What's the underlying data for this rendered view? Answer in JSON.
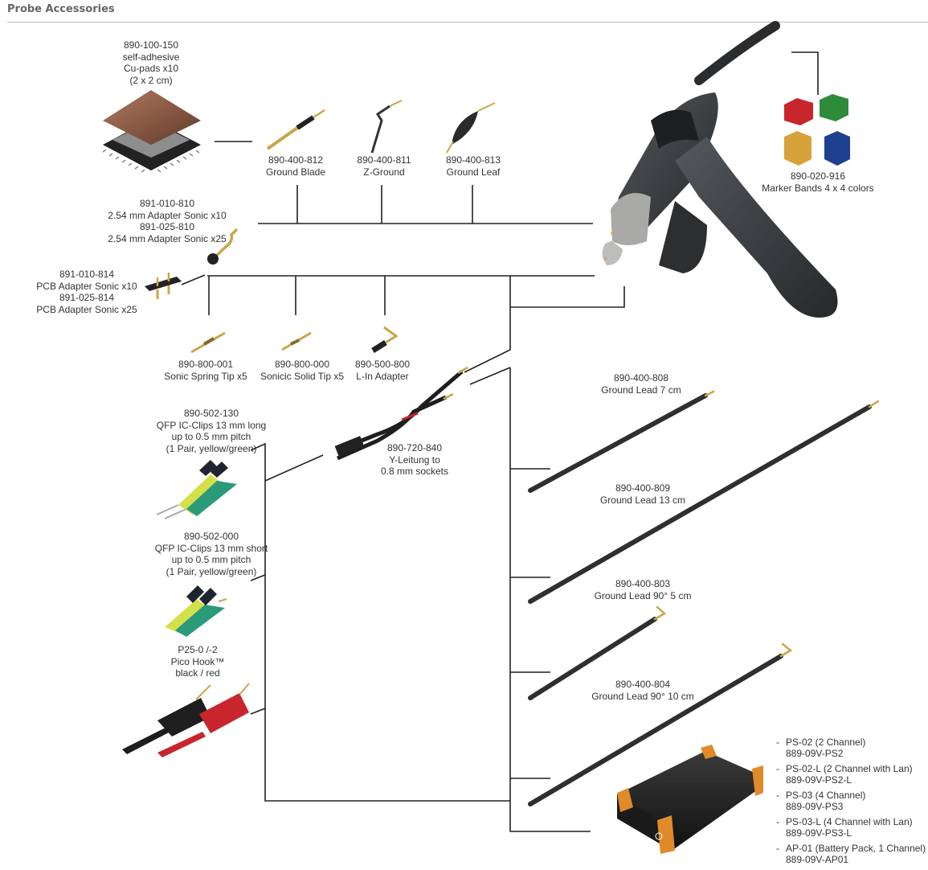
{
  "page": {
    "title": "Probe Accessories"
  },
  "accessories": {
    "cu_pads": [
      "890-100-150",
      "self-adhesive",
      "Cu-pads x10",
      "(2 x 2 cm)"
    ],
    "ground_blade": [
      "890-400-812",
      "Ground Blade"
    ],
    "z_ground": [
      "890-400-811",
      "Z-Ground"
    ],
    "ground_leaf": [
      "890-400-813",
      "Ground Leaf"
    ],
    "marker_bands": [
      "890-020-916",
      "Marker Bands 4 x 4 colors"
    ],
    "adapter_sonic": [
      "891-010-810",
      "2.54 mm Adapter Sonic x10",
      "891-025-810",
      "2.54 mm Adapter Sonic x25"
    ],
    "pcb_adapter": [
      "891-010-814",
      "PCB Adapter Sonic x10",
      "891-025-814",
      "PCB Adapter Sonic x25"
    ],
    "spring_tip": [
      "890-800-001",
      "Sonic Spring Tip x5"
    ],
    "solid_tip": [
      "890-800-000",
      "Sonicic Solid Tip x5"
    ],
    "l_in_adapter": [
      "890-500-800",
      "L-In Adapter"
    ],
    "qfp_long": [
      "890-502-130",
      "QFP IC-Clips 13 mm long",
      "up to 0.5 mm pitch",
      "(1 Pair, yellow/green)"
    ],
    "y_leitung": [
      "890-720-840",
      "Y-Leitung to",
      "0.8 mm sockets"
    ],
    "qfp_short": [
      "890-502-000",
      "QFP IC-Clips 13 mm short",
      "up to 0.5 mm pitch",
      "(1 Pair, yellow/green)"
    ],
    "pico_hook": [
      "P25-0 /-2",
      "Pico Hook™",
      "black / red"
    ],
    "lead_7": [
      "890-400-808",
      "Ground Lead 7 cm"
    ],
    "lead_13": [
      "890-400-809",
      "Ground Lead 13 cm"
    ],
    "lead_90_5": [
      "890-400-803",
      "Ground Lead 90° 5 cm"
    ],
    "lead_90_10": [
      "890-400-804",
      "Ground Lead 90° 10 cm"
    ]
  },
  "power_supplies": [
    {
      "name": "PS-02 (2 Channel)",
      "code": "889-09V-PS2"
    },
    {
      "name": "PS-02-L (2 Channel with Lan)",
      "code": "889-09V-PS2-L"
    },
    {
      "name": "PS-03 (4 Channel)",
      "code": "889-09V-PS3"
    },
    {
      "name": "PS-03-L (4 Channel with Lan)",
      "code": "889-09V-PS3-L"
    },
    {
      "name": "AP-01 (Battery Pack, 1 Channel)",
      "code": "889-09V-AP01"
    }
  ],
  "colors": {
    "marker_red": "#c8262c",
    "marker_green": "#2e8b3a",
    "marker_yellow": "#d8a23a",
    "marker_blue": "#1f3f8f",
    "probe_body": "#3a3d40",
    "probe_tip": "#a9aaa8",
    "copper": "#8a5a44",
    "psu_orange": "#e08a2a"
  }
}
